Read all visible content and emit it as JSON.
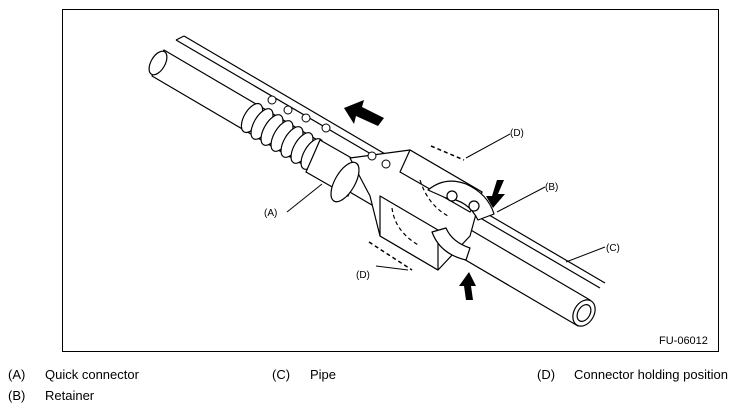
{
  "figure": {
    "code": "FU-06012",
    "callouts": {
      "a": "(A)",
      "b": "(B)",
      "c": "(C)",
      "d_top": "(D)",
      "d_bottom": "(D)"
    }
  },
  "legend": [
    {
      "key": "(A)",
      "label": "Quick connector"
    },
    {
      "key": "(B)",
      "label": "Retainer"
    },
    {
      "key": "(C)",
      "label": "Pipe"
    },
    {
      "key": "(D)",
      "label": "Connector holding position"
    }
  ]
}
